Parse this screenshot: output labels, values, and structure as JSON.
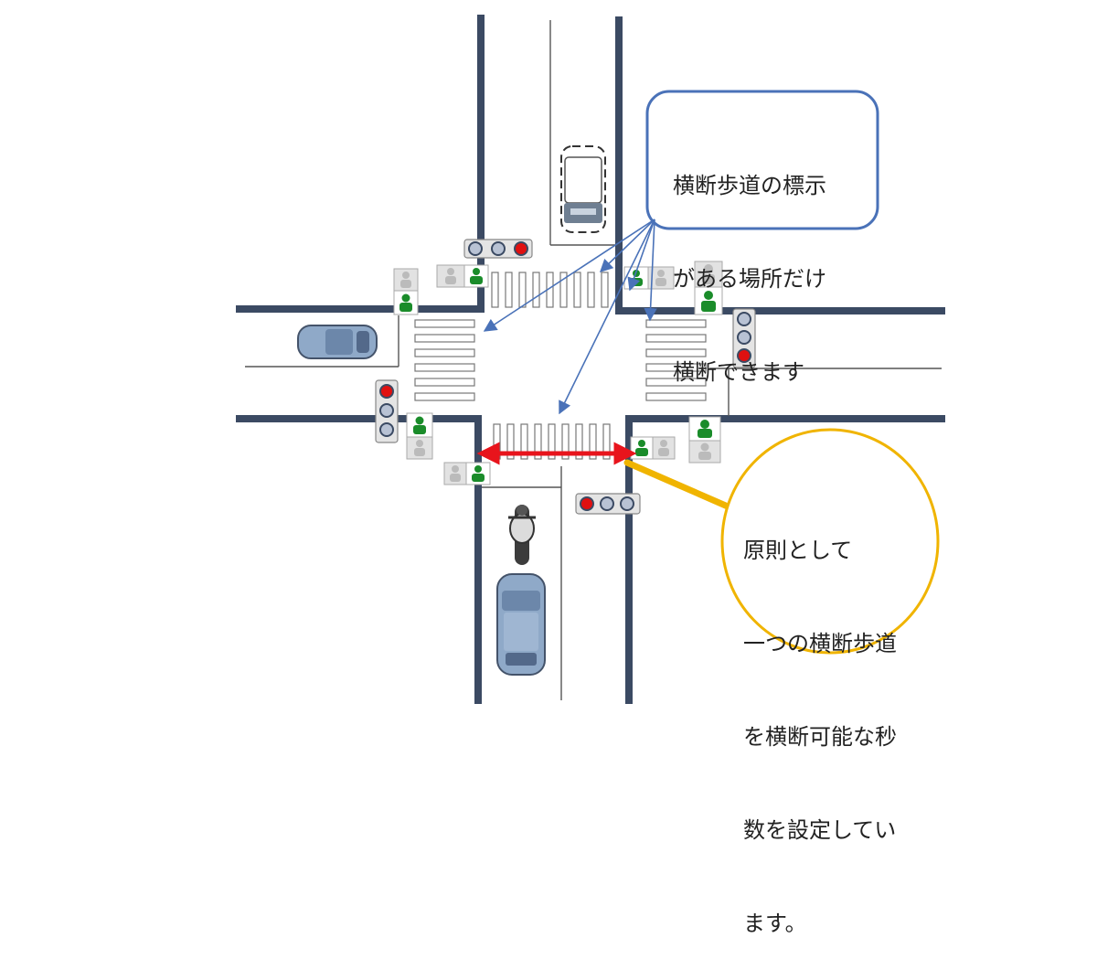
{
  "diagram": {
    "callouts": [
      {
        "id": "crosswalk-marking-note",
        "lines": [
          "横断歩道の標示",
          "がある場所だけ",
          "横断できます"
        ],
        "border_color": "#4a72b8"
      },
      {
        "id": "crossing-time-note",
        "lines": [
          "原則として",
          "一つの横断歩道",
          "を横断可能な秒",
          "数を設定してい",
          "ます。"
        ],
        "border_color": "#f0b400"
      }
    ],
    "colors": {
      "road_edge": "#3b4a63",
      "lane_line": "#555555",
      "arrow": "#4a72b8",
      "span_arrow": "#e8141c",
      "pointer": "#f0b400",
      "signal_red": "#e01010",
      "signal_green": "#1a8c2a",
      "car_body": "#8fa9c8"
    },
    "icons": [
      "car-icon",
      "van-icon",
      "motorcycle-icon",
      "traffic-light-icon",
      "pedestrian-signal-icon"
    ]
  }
}
